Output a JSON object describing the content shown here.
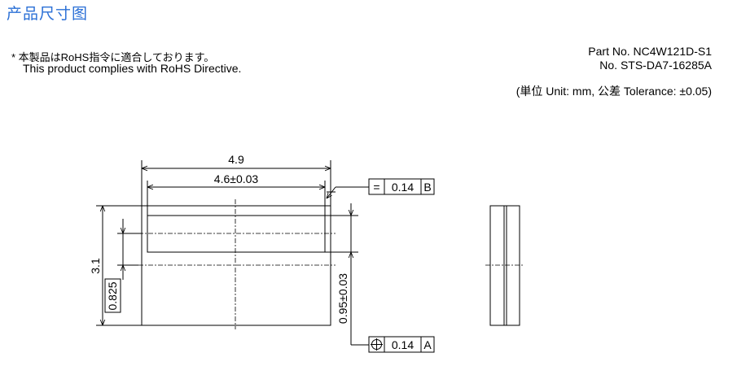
{
  "header": {
    "title": "产品尺寸图"
  },
  "notes": {
    "line1": "* 本製品はRoHS指令に適合しております。",
    "line2": "This product complies with RoHS Directive."
  },
  "part_info": {
    "part_no": "Part No. NC4W121D-S1",
    "doc_no": "No. STS-DA7-16285A",
    "unit_tolerance": "(単位 Unit: mm, 公差 Tolerance: ±0.05)"
  },
  "dimensions": {
    "overall_width": "4.9",
    "inner_width": "4.6±0.03",
    "height": "3.1",
    "offset": "0.825",
    "inner_height": "0.95±0.03"
  },
  "tolerance_frames": {
    "top": {
      "symbol": "=",
      "value": "0.14",
      "datum": "B"
    },
    "bottom": {
      "symbol": "⊕",
      "value": "0.14",
      "datum": "A"
    }
  }
}
